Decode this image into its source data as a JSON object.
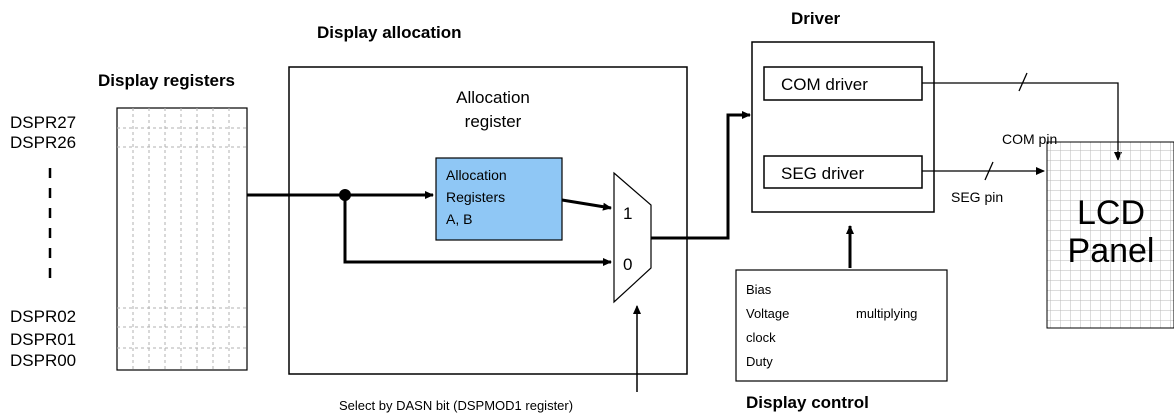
{
  "titles": {
    "display_registers": "Display registers",
    "display_allocation": "Display allocation",
    "driver": "Driver",
    "display_control": "Display control"
  },
  "registers": {
    "top": [
      "DSPR27",
      "DSPR26"
    ],
    "bottom": [
      "DSPR02",
      "DSPR01",
      "DSPR00"
    ]
  },
  "allocation": {
    "register_label_line1": "Allocation",
    "register_label_line2": "register",
    "box_line1": "Allocation",
    "box_line2": "Registers",
    "box_line3": "A, B",
    "box_color": "#8fc7f5"
  },
  "mux": {
    "input1": "1",
    "input0": "0"
  },
  "select_caption": "Select by DASN bit (DSPMOD1 register)",
  "driver": {
    "com": "COM driver",
    "seg": "SEG driver"
  },
  "pins": {
    "com": "COM pin",
    "seg": "SEG pin"
  },
  "lcd": {
    "line1": "LCD",
    "line2": "Panel",
    "grid_color": "#b8b8b8"
  },
  "control": {
    "bias": "Bias",
    "voltage": "Voltage",
    "multiplying": "multiplying",
    "clock": "clock",
    "duty": "Duty"
  }
}
